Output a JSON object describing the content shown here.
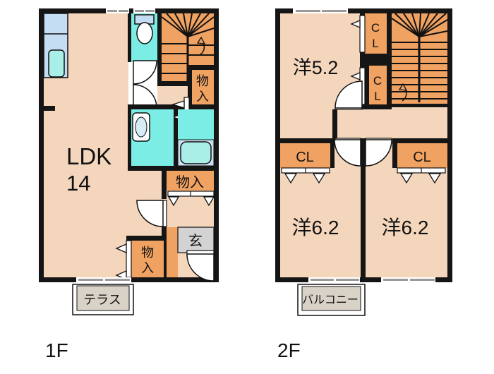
{
  "title": "apartment-floor-plan",
  "colors": {
    "wall": "#151515",
    "floor": "#F4D6BC",
    "accent_orange": "#F0A262",
    "water_cyan": "#7CEDE4",
    "counter_blue": "#C5DDF3",
    "fixture_cyan": "#A9EFE7",
    "tub_panel": "#CCE0F2",
    "outdoor_gray": "#D9D2C7",
    "entrance_gray": "#D3D3D3"
  },
  "floor1": {
    "label": "1F",
    "ldk": {
      "name": "LDK",
      "size": "14"
    },
    "storage_under_stairs": {
      "full": "物入",
      "chars": [
        "物",
        "入"
      ]
    },
    "storage_hall": "物入",
    "storage_ldk": {
      "full": "物入",
      "chars": [
        "物",
        "入"
      ]
    },
    "entrance": "玄",
    "terrace": "テラス"
  },
  "floor2": {
    "label": "2F",
    "room_top": "洋5.2",
    "room_left": "洋6.2",
    "room_right": "洋6.2",
    "closet_top": {
      "full": "CL",
      "chars": [
        "C",
        "L"
      ]
    },
    "closet_mid": {
      "full": "CL",
      "chars": [
        "C",
        "L"
      ]
    },
    "closet_left": "CL",
    "closet_right": "CL",
    "balcony": "バルコニー"
  }
}
